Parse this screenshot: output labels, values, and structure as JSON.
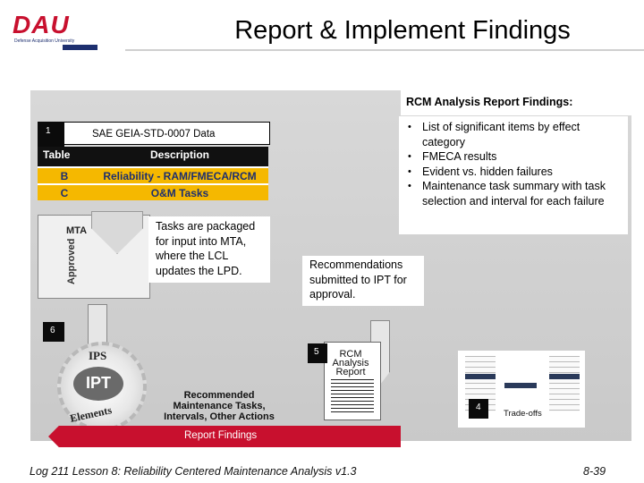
{
  "header": {
    "logo_text": "DAU",
    "logo_subtitle": "Defense Acquisition University",
    "title": "Report & Implement Findings"
  },
  "rcm_report_findings": {
    "heading": "RCM Analysis Report Findings:",
    "items": [
      "List of significant items by effect category",
      "FMECA results",
      "Evident vs. hidden failures",
      "Maintenance task summary with task selection and interval for each failure"
    ]
  },
  "step1": {
    "badge": "1",
    "standard": "SAE GEIA-STD-0007 Data",
    "table": {
      "col_table": "Table",
      "col_description": "Description",
      "rows": [
        {
          "id": "B",
          "description": "Reliability - RAM/FMECA/RCM"
        },
        {
          "id": "C",
          "description": "O&M Tasks"
        }
      ]
    }
  },
  "mta": {
    "label": "MTA",
    "approved": "Approved",
    "tasks_text": "Tasks are packaged for input into MTA, where the LCL updates the LPD."
  },
  "recommendations_text": "Recommendations submitted to IPT for approval.",
  "step6": {
    "badge": "6"
  },
  "gear": {
    "ips": "IPS",
    "ipt": "IPT",
    "elements": "Elements"
  },
  "recommended_text": "Recommended Maintenance Tasks, Intervals, Other Actions",
  "step5": {
    "badge": "5",
    "report_label": "RCM Analysis Report"
  },
  "step4": {
    "badge": "4",
    "label": "Trade-offs"
  },
  "arrow_label": "Report Findings",
  "footer": {
    "left": "Log 211 Lesson 8: Reliability Centered Maintenance Analysis v1.3",
    "right": "8-39"
  },
  "colors": {
    "brand_red": "#c8102e",
    "navy": "#1d2f6f",
    "table_gold": "#f5b800"
  }
}
